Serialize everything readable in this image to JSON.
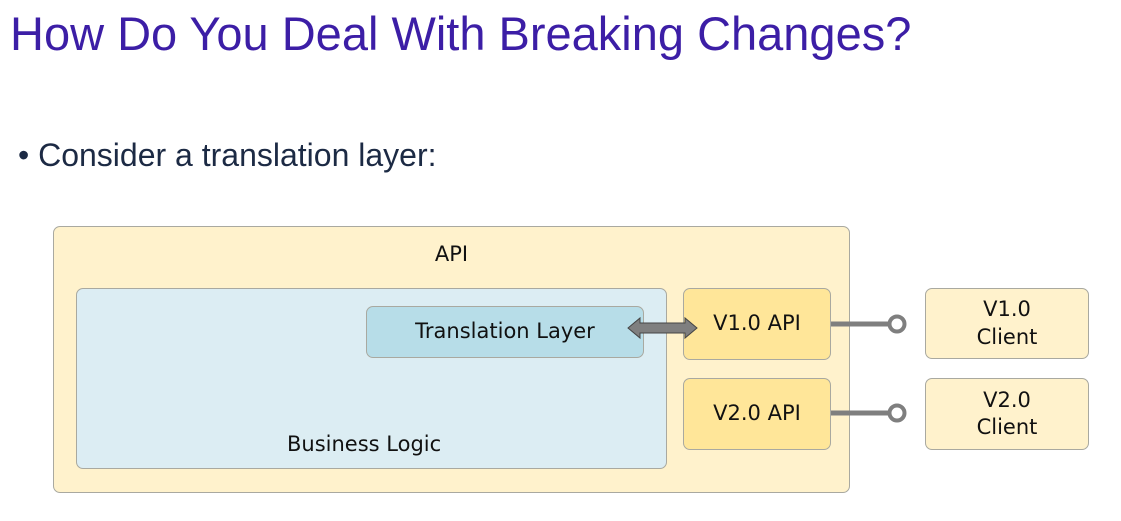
{
  "title": "How Do You Deal With Breaking Changes?",
  "bullet": "• Consider a translation layer:",
  "diagram": {
    "api": "API",
    "business_logic": "Business Logic",
    "translation_layer": "Translation Layer",
    "v1_api": "V1.0 API",
    "v2_api": "V2.0 API",
    "v1_client": "V1.0\nClient",
    "v2_client": "V2.0\nClient"
  }
}
